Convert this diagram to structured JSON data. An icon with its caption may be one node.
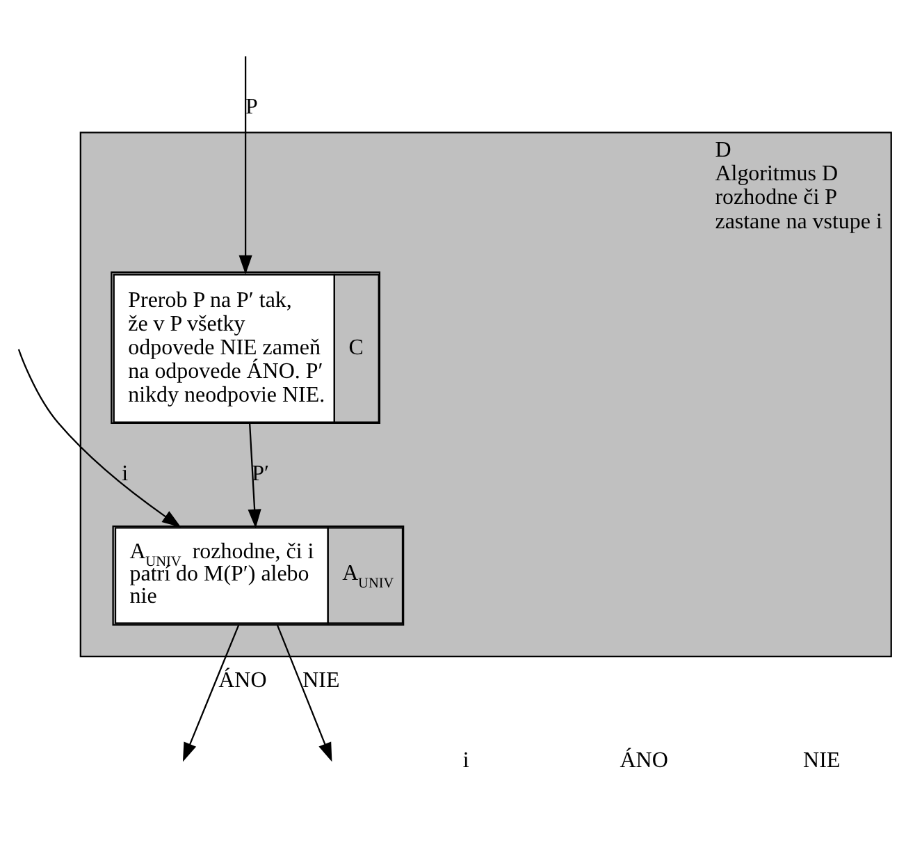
{
  "diagram": {
    "nodes": [
      {
        "text": [
          "D",
          "Algoritmus D rozhodne či P zastane na vstupe i"
        ]
      },
      {
        "text": [
          "Prerob P na P′ tak, že v P všetky odpovede NIE zameň na odpovede ÁNO. P′ nikdy neodpovie NIE.",
          "C"
        ],
        "in": 0
      },
      {
        "text": [
          "A$_{UNIV}$ rozhodne, či i patrí do M(P′) alebo nie",
          "A$_{UNIV}$"
        ],
        "in": 0
      }
    ],
    "edges": [
      {
        "from": null,
        "to": 1,
        "arrow": "to",
        "label": "P"
      },
      {
        "from": null,
        "to": 2,
        "arrow": "to",
        "label": "i"
      },
      {
        "from": 1,
        "to": 2,
        "arrow": "to",
        "label": "P′"
      },
      {
        "from": 2,
        "to": null,
        "arrow": "to",
        "label": "ÁNO"
      },
      {
        "from": 2,
        "to": null,
        "arrow": "to",
        "label": "NIE"
      }
    ],
    "labels": [
      "i",
      "ÁNO",
      "NIE"
    ]
  }
}
